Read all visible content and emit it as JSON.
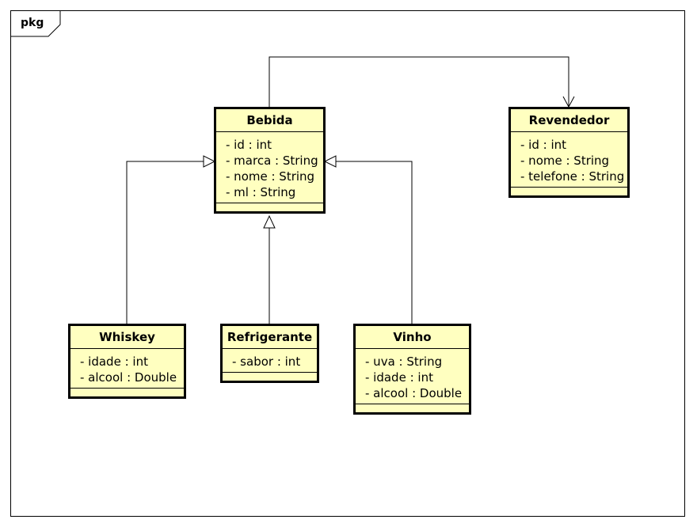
{
  "frame": {
    "label": "pkg"
  },
  "classes": {
    "bebida": {
      "name": "Bebida",
      "attributes": [
        "- id : int",
        "- marca : String",
        "- nome : String",
        "- ml : String"
      ]
    },
    "revendedor": {
      "name": "Revendedor",
      "attributes": [
        "- id : int",
        "- nome : String",
        "- telefone : String"
      ]
    },
    "whiskey": {
      "name": "Whiskey",
      "attributes": [
        "- idade : int",
        "- alcool : Double"
      ]
    },
    "refrigerante": {
      "name": "Refrigerante",
      "attributes": [
        "- sabor : int"
      ]
    },
    "vinho": {
      "name": "Vinho",
      "attributes": [
        "- uva : String",
        "- idade : int",
        "- alcool : Double"
      ]
    }
  },
  "relations": [
    {
      "type": "association",
      "from": "Bebida",
      "to": "Revendedor"
    },
    {
      "type": "generalization",
      "from": "Whiskey",
      "to": "Bebida"
    },
    {
      "type": "generalization",
      "from": "Refrigerante",
      "to": "Bebida"
    },
    {
      "type": "generalization",
      "from": "Vinho",
      "to": "Bebida"
    }
  ]
}
